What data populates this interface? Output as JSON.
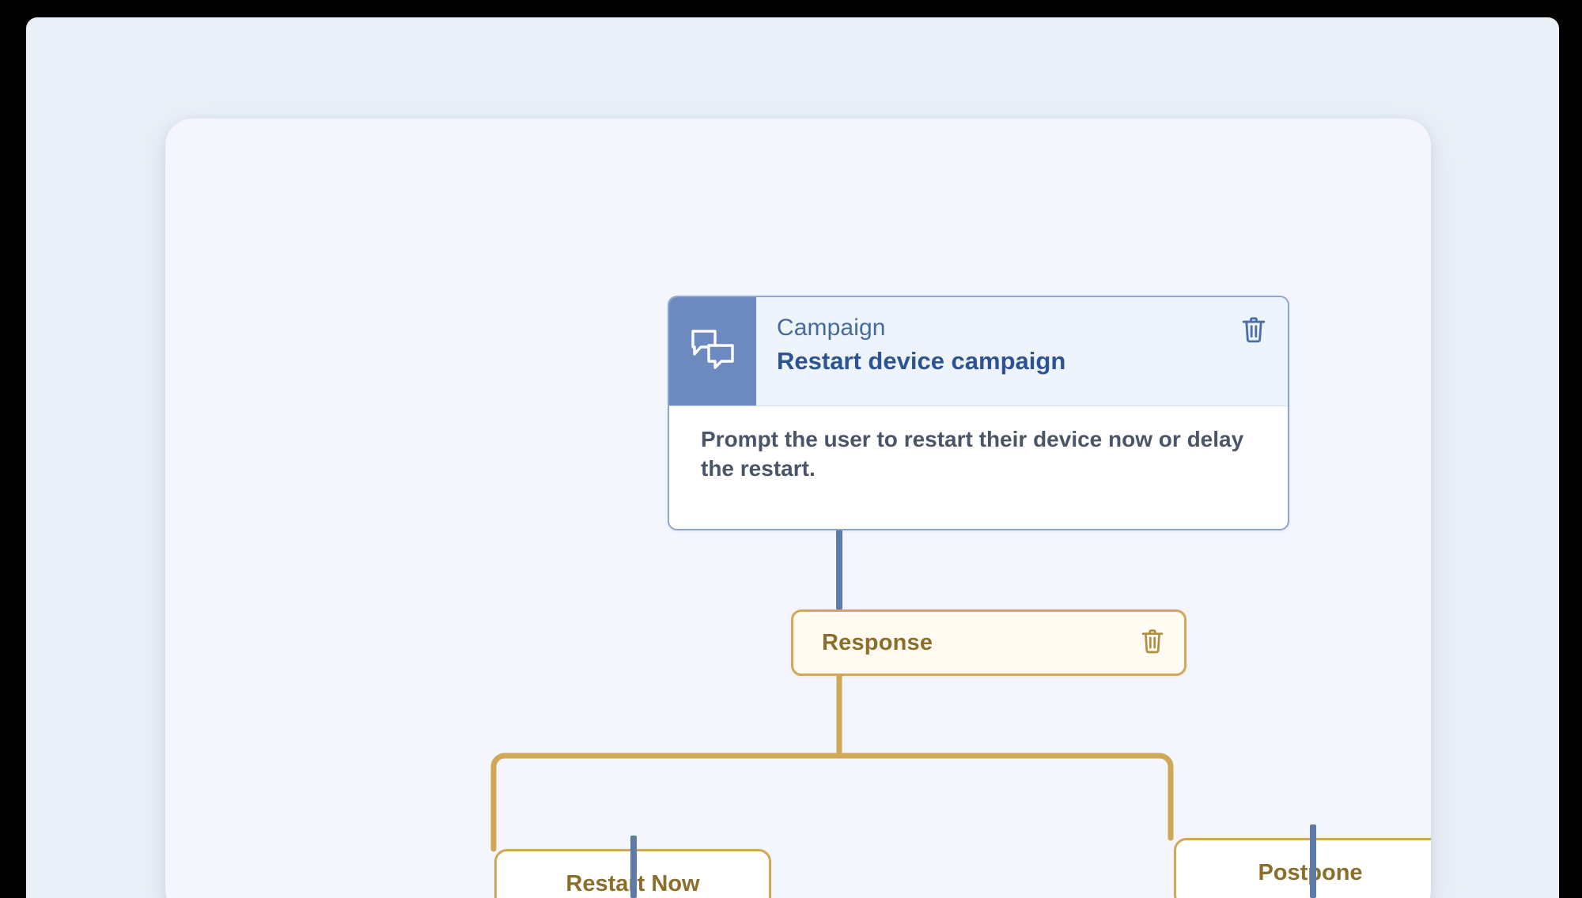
{
  "theme": {
    "page_bg": "#eaf0f7",
    "canvas_bg": "#f4f5fd",
    "campaign_accent": "#6d8ac0",
    "campaign_border": "#8ca7cf",
    "campaign_header_bg": "#eef4fb",
    "campaign_kind_color": "#46699f",
    "campaign_name_color": "#2d5490",
    "campaign_body_color": "#4a5568",
    "gold": "#cfa957",
    "gold_text": "#8a6f2a",
    "response_fill": "#fffbf2",
    "option_fill": "#ffffff",
    "blue_connector": "#5d7ba6"
  },
  "flow": {
    "campaign_node": {
      "kind_label": "Campaign",
      "title": "Restart device campaign",
      "description": "Prompt the user to restart their device now or delay the restart.",
      "icon": "speech-bubbles-icon",
      "delete_icon": "trash-icon"
    },
    "response_node": {
      "label": "Response",
      "delete_icon": "trash-icon"
    },
    "options": [
      {
        "label": "Restart Now"
      },
      {
        "label": "Postpone"
      }
    ]
  }
}
